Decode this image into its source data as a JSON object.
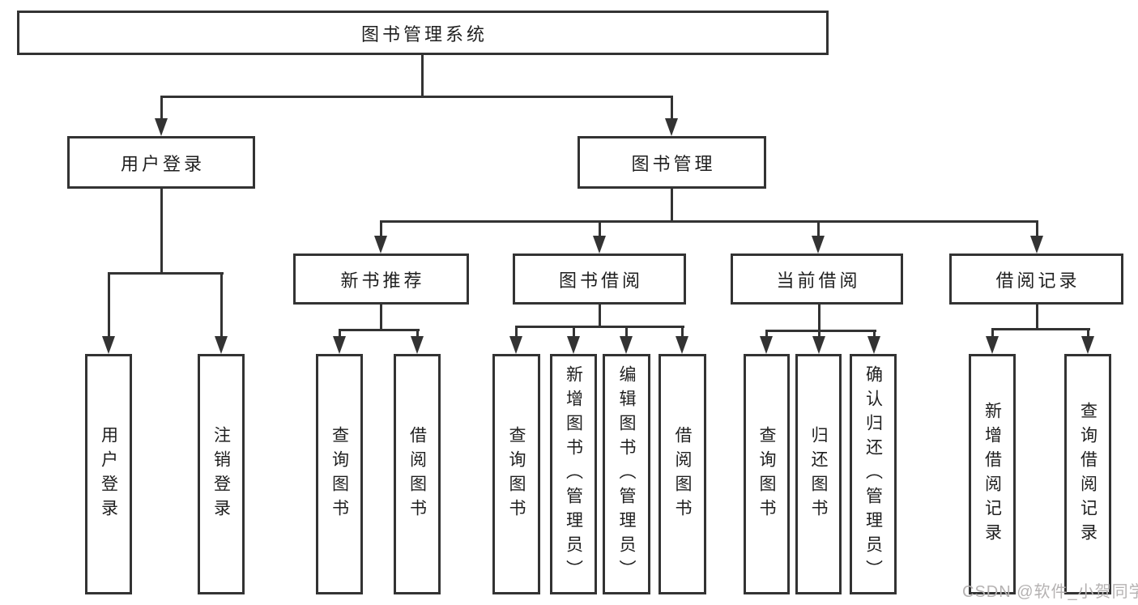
{
  "colors": {
    "line": "#333333",
    "text": "#1f1f1f",
    "watermark": "#b5b2b2",
    "background": "#ffffff"
  },
  "watermark": {
    "text": "CSDN @软件_小贺同学"
  },
  "root": {
    "label": "图书管理系统",
    "children": [
      {
        "label": "用户登录",
        "children": [
          {
            "label": "用户登录"
          },
          {
            "label": "注销登录"
          }
        ]
      },
      {
        "label": "图书管理",
        "children": [
          {
            "label": "新书推荐",
            "children": [
              {
                "label": "查询图书"
              },
              {
                "label": "借阅图书"
              }
            ]
          },
          {
            "label": "图书借阅",
            "children": [
              {
                "label": "查询图书"
              },
              {
                "label": "新增图书（管理员）"
              },
              {
                "label": "编辑图书（管理员）"
              },
              {
                "label": "借阅图书"
              }
            ]
          },
          {
            "label": "当前借阅",
            "children": [
              {
                "label": "查询图书"
              },
              {
                "label": "归还图书"
              },
              {
                "label": "确认归还（管理员）"
              }
            ]
          },
          {
            "label": "借阅记录",
            "children": [
              {
                "label": "新增借阅记录"
              },
              {
                "label": "查询借阅记录"
              }
            ]
          }
        ]
      }
    ]
  }
}
